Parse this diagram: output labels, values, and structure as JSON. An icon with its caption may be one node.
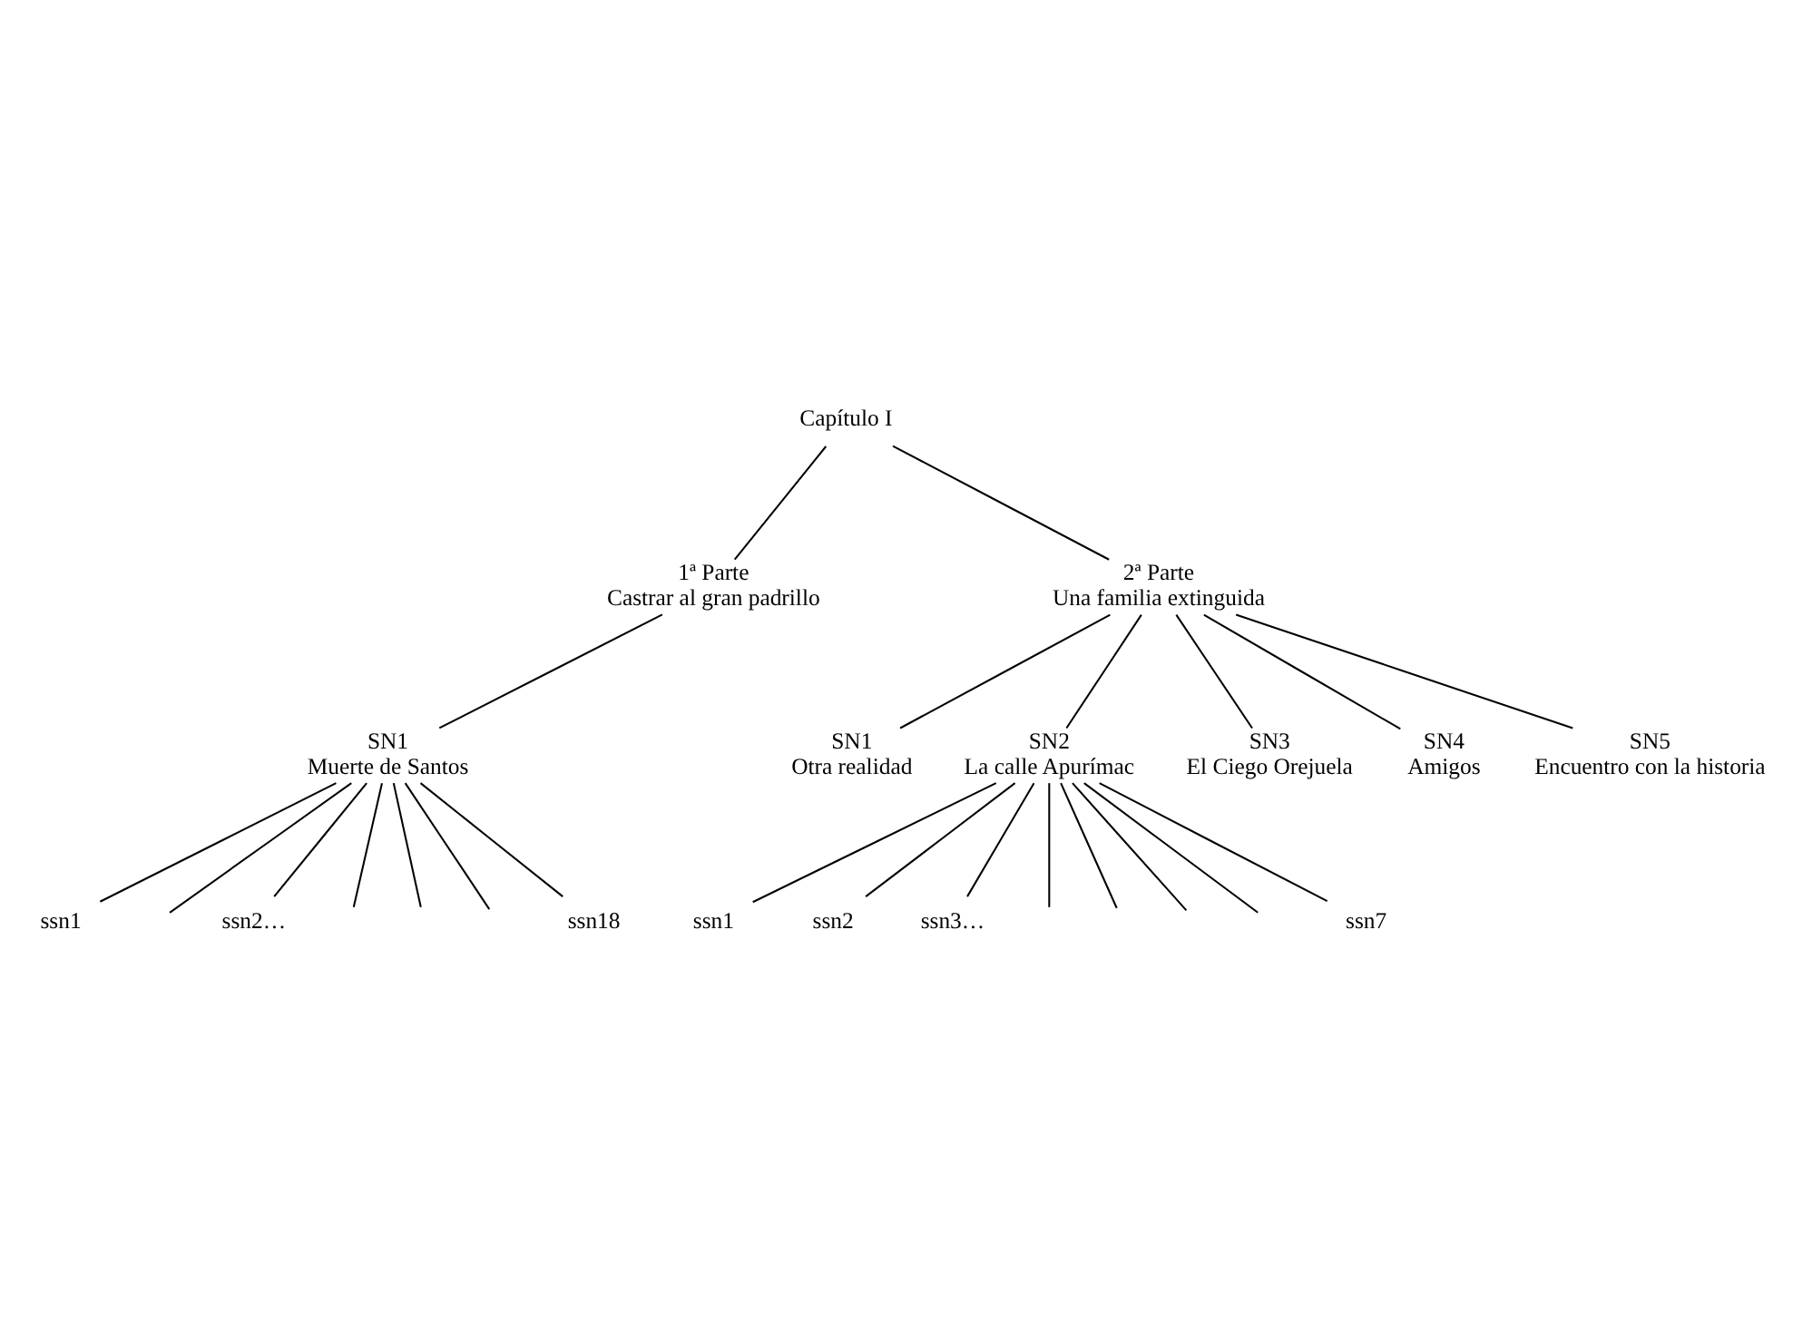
{
  "diagram": {
    "nodes": [
      {
        "text": [
          "Capítulo I"
        ]
      },
      {
        "text": [
          "1ª Parte",
          "Castrar al gran padrillo"
        ]
      },
      {
        "text": [
          "2ª Parte",
          "Una familia extinguida"
        ]
      },
      {
        "text": [
          "SN1",
          "Muerte de Santos"
        ]
      },
      {
        "text": [
          "SN1",
          "Otra realidad"
        ]
      },
      {
        "text": [
          "SN2",
          "La calle Apurímac"
        ]
      },
      {
        "text": [
          "SN3",
          "El Ciego Orejuela"
        ]
      },
      {
        "text": [
          "SN4",
          "Amigos"
        ]
      },
      {
        "text": [
          "SN5",
          "Encuentro con la historia"
        ]
      },
      {
        "text": [
          "ssn1"
        ]
      },
      {
        "text": [
          "ssn2…"
        ]
      },
      {
        "text": [
          "ssn18"
        ]
      },
      {
        "text": [
          "ssn1"
        ]
      },
      {
        "text": [
          "ssn2"
        ]
      },
      {
        "text": [
          "ssn3…"
        ]
      },
      {
        "text": [
          "ssn7"
        ]
      }
    ],
    "edges": [
      {
        "from": 0,
        "to": 1,
        "arrow": "none"
      },
      {
        "from": 0,
        "to": 2,
        "arrow": "none"
      },
      {
        "from": 1,
        "to": 3,
        "arrow": "none"
      },
      {
        "from": 2,
        "to": 4,
        "arrow": "none"
      },
      {
        "from": 2,
        "to": 5,
        "arrow": "none"
      },
      {
        "from": 2,
        "to": 6,
        "arrow": "none"
      },
      {
        "from": 2,
        "to": 7,
        "arrow": "none"
      },
      {
        "from": 2,
        "to": 8,
        "arrow": "none"
      },
      {
        "from": 3,
        "to": 9,
        "arrow": "none"
      },
      {
        "from": 3,
        "to": null,
        "arrow": "none"
      },
      {
        "from": 3,
        "to": 10,
        "arrow": "none"
      },
      {
        "from": 3,
        "to": null,
        "arrow": "none"
      },
      {
        "from": 3,
        "to": null,
        "arrow": "none"
      },
      {
        "from": 3,
        "to": null,
        "arrow": "none"
      },
      {
        "from": 3,
        "to": 11,
        "arrow": "none"
      },
      {
        "from": 5,
        "to": 12,
        "arrow": "none"
      },
      {
        "from": 5,
        "to": 13,
        "arrow": "none"
      },
      {
        "from": 5,
        "to": 14,
        "arrow": "none"
      },
      {
        "from": 5,
        "to": null,
        "arrow": "none"
      },
      {
        "from": 5,
        "to": null,
        "arrow": "none"
      },
      {
        "from": 5,
        "to": null,
        "arrow": "none"
      },
      {
        "from": 5,
        "to": null,
        "arrow": "none"
      },
      {
        "from": 5,
        "to": 15,
        "arrow": "none"
      }
    ]
  }
}
